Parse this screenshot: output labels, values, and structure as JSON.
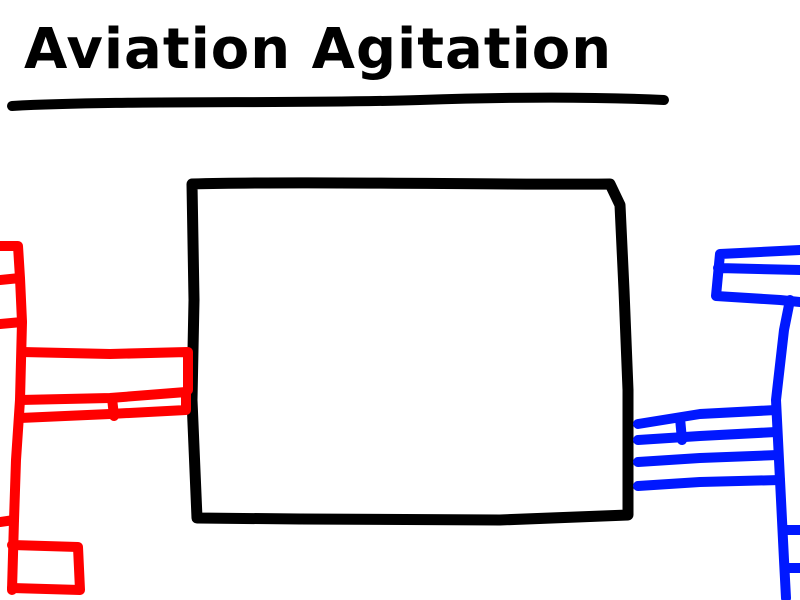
{
  "title": "Aviation Agitation",
  "colors": {
    "ink": "#000000",
    "player_red": "#ff0000",
    "player_blue": "#0018ff",
    "background": "#ffffff"
  },
  "players": [
    {
      "side": "left",
      "color_key": "player_red"
    },
    {
      "side": "right",
      "color_key": "player_blue"
    }
  ]
}
